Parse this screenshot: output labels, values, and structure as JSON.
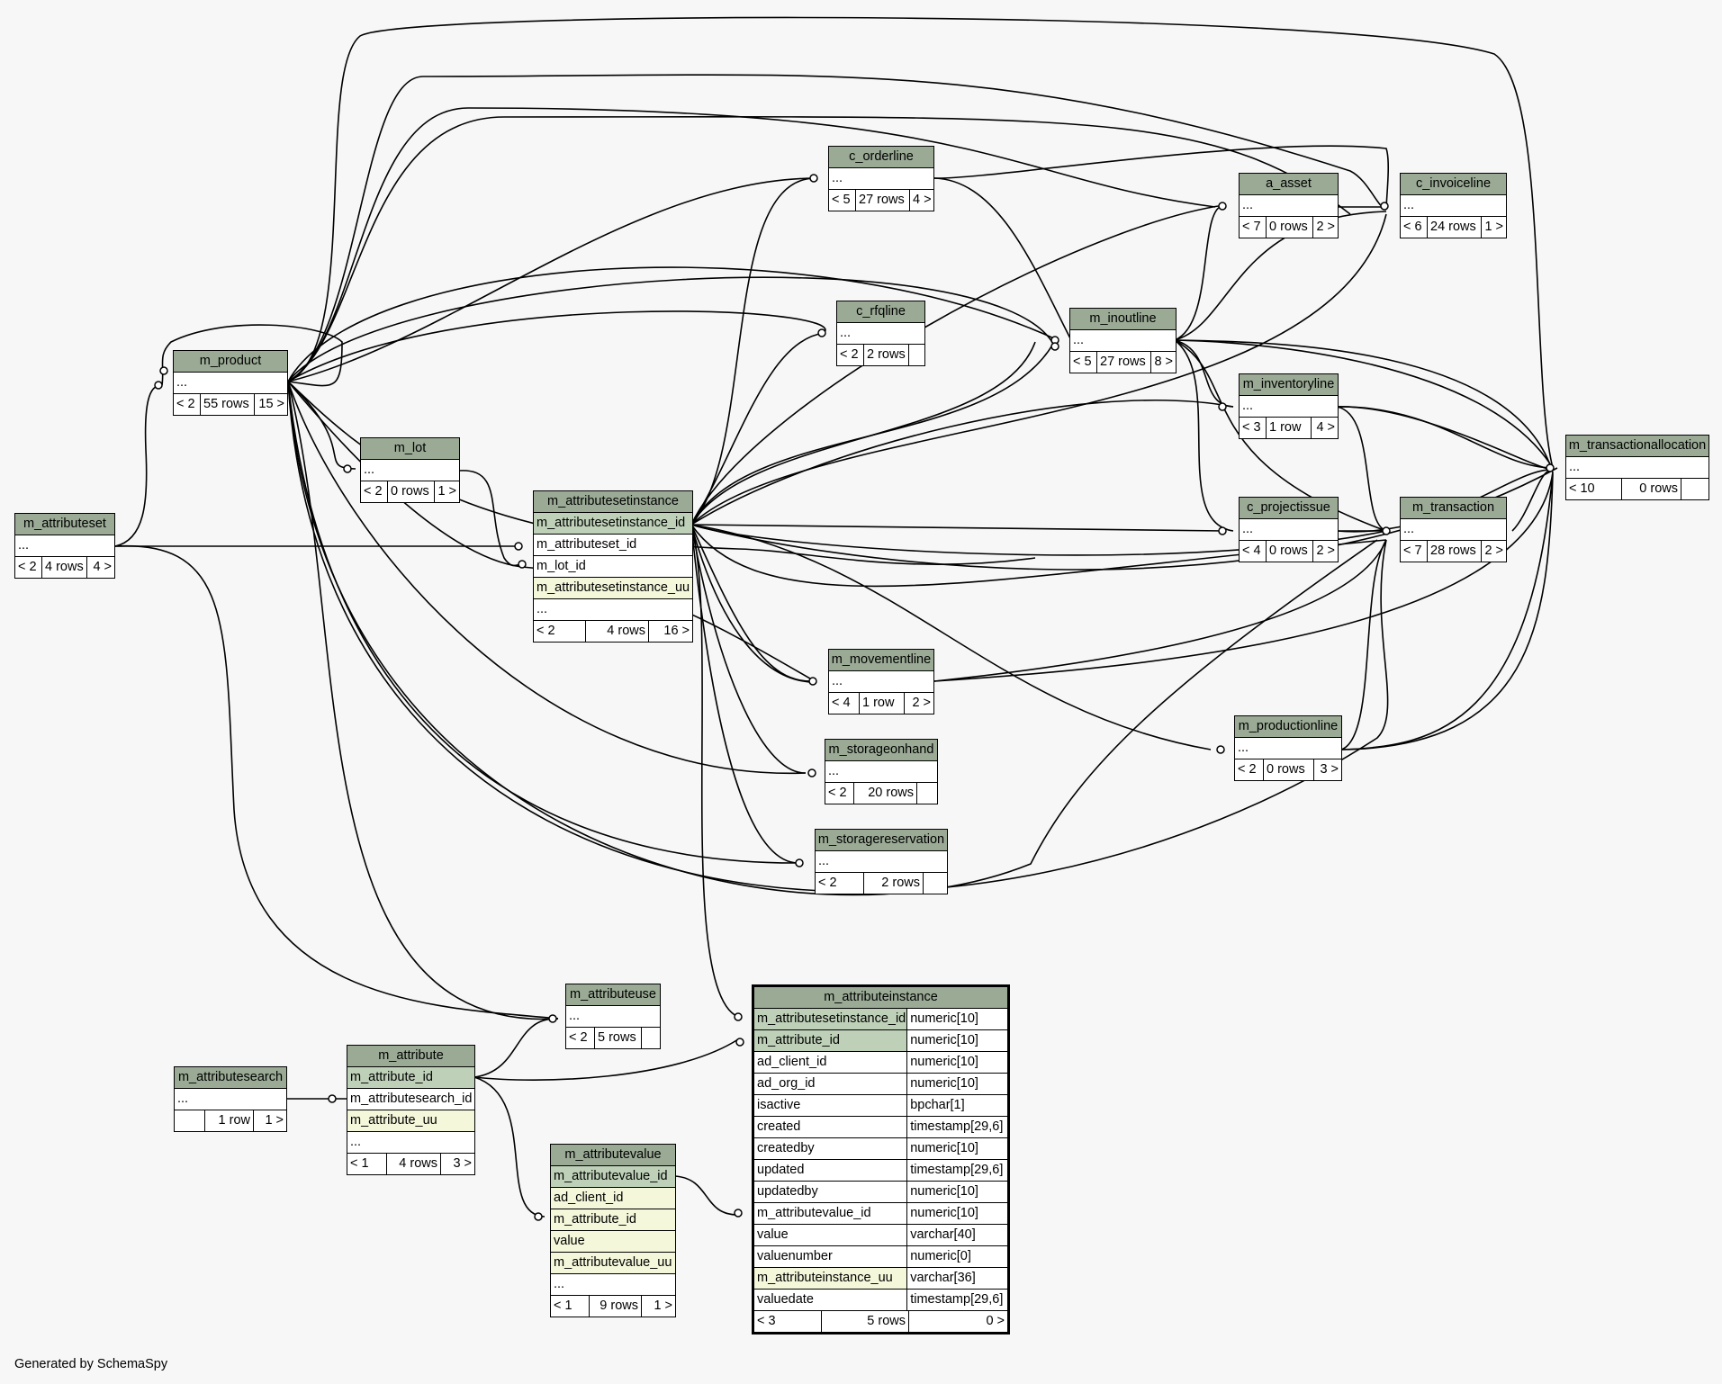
{
  "footer": "Generated by SchemaSpy",
  "tables": {
    "m_attributeset": {
      "name": "m_attributeset",
      "rows": [
        "..."
      ],
      "foot": [
        "< 2",
        "4 rows",
        "4 >"
      ]
    },
    "m_product": {
      "name": "m_product",
      "rows": [
        "..."
      ],
      "foot": [
        "< 2",
        "55 rows",
        "15 >"
      ]
    },
    "m_lot": {
      "name": "m_lot",
      "rows": [
        "..."
      ],
      "foot": [
        "< 2",
        "0 rows",
        "1 >"
      ]
    },
    "c_orderline": {
      "name": "c_orderline",
      "rows": [
        "..."
      ],
      "foot": [
        "< 5",
        "27 rows",
        "4 >"
      ]
    },
    "c_rfqline": {
      "name": "c_rfqline",
      "rows": [
        "..."
      ],
      "foot": [
        "< 2",
        "2 rows",
        ""
      ]
    },
    "a_asset": {
      "name": "a_asset",
      "rows": [
        "..."
      ],
      "foot": [
        "< 7",
        "0 rows",
        "2 >"
      ]
    },
    "c_invoiceline": {
      "name": "c_invoiceline",
      "rows": [
        "..."
      ],
      "foot": [
        "< 6",
        "24 rows",
        "1 >"
      ]
    },
    "m_inoutline": {
      "name": "m_inoutline",
      "rows": [
        "..."
      ],
      "foot": [
        "< 5",
        "27 rows",
        "8 >"
      ]
    },
    "m_inventoryline": {
      "name": "m_inventoryline",
      "rows": [
        "..."
      ],
      "foot": [
        "< 3",
        "1 row",
        "4 >"
      ]
    },
    "m_transactionallocation": {
      "name": "m_transactionallocation",
      "rows": [
        "..."
      ],
      "foot": [
        "< 10",
        "0 rows",
        ""
      ]
    },
    "c_projectissue": {
      "name": "c_projectissue",
      "rows": [
        "..."
      ],
      "foot": [
        "< 4",
        "0 rows",
        "2 >"
      ]
    },
    "m_transaction": {
      "name": "m_transaction",
      "rows": [
        "..."
      ],
      "foot": [
        "< 7",
        "28 rows",
        "2 >"
      ]
    },
    "m_attributesetinstance": {
      "name": "m_attributesetinstance",
      "rows": [
        "m_attributesetinstance_id",
        "m_attributeset_id",
        "m_lot_id",
        "m_attributesetinstance_uu",
        "..."
      ],
      "foot": [
        "< 2",
        "4 rows",
        "16 >"
      ]
    },
    "m_movementline": {
      "name": "m_movementline",
      "rows": [
        "..."
      ],
      "foot": [
        "< 4",
        "1 row",
        "2 >"
      ]
    },
    "m_storageonhand": {
      "name": "m_storageonhand",
      "rows": [
        "..."
      ],
      "foot": [
        "< 2",
        "20 rows",
        ""
      ]
    },
    "m_storagereservation": {
      "name": "m_storagereservation",
      "rows": [
        "..."
      ],
      "foot": [
        "< 2",
        "2 rows",
        ""
      ]
    },
    "m_productionline": {
      "name": "m_productionline",
      "rows": [
        "..."
      ],
      "foot": [
        "< 2",
        "0 rows",
        "3 >"
      ]
    },
    "m_attributeuse": {
      "name": "m_attributeuse",
      "rows": [
        "..."
      ],
      "foot": [
        "< 2",
        "5 rows",
        ""
      ]
    },
    "m_attributesearch": {
      "name": "m_attributesearch",
      "rows": [
        "..."
      ],
      "foot": [
        "",
        "1 row",
        "1 >"
      ]
    },
    "m_attribute": {
      "name": "m_attribute",
      "rows": [
        "m_attribute_id",
        "m_attributesearch_id",
        "m_attribute_uu",
        "..."
      ],
      "foot": [
        "< 1",
        "4 rows",
        "3 >"
      ]
    },
    "m_attributevalue": {
      "name": "m_attributevalue",
      "rows": [
        "m_attributevalue_id",
        "ad_client_id",
        "m_attribute_id",
        "value",
        "m_attributevalue_uu",
        "..."
      ],
      "foot": [
        "< 1",
        "9 rows",
        "1 >"
      ]
    },
    "m_attributeinstance": {
      "name": "m_attributeinstance",
      "columns": [
        {
          "n": "m_attributesetinstance_id",
          "t": "numeric[10]"
        },
        {
          "n": "m_attribute_id",
          "t": "numeric[10]"
        },
        {
          "n": "ad_client_id",
          "t": "numeric[10]"
        },
        {
          "n": "ad_org_id",
          "t": "numeric[10]"
        },
        {
          "n": "isactive",
          "t": "bpchar[1]"
        },
        {
          "n": "created",
          "t": "timestamp[29,6]"
        },
        {
          "n": "createdby",
          "t": "numeric[10]"
        },
        {
          "n": "updated",
          "t": "timestamp[29,6]"
        },
        {
          "n": "updatedby",
          "t": "numeric[10]"
        },
        {
          "n": "m_attributevalue_id",
          "t": "numeric[10]"
        },
        {
          "n": "value",
          "t": "varchar[40]"
        },
        {
          "n": "valuenumber",
          "t": "numeric[0]"
        },
        {
          "n": "m_attributeinstance_uu",
          "t": "varchar[36]"
        },
        {
          "n": "valuedate",
          "t": "timestamp[29,6]"
        }
      ],
      "foot": [
        "< 3",
        "5 rows",
        "0 >"
      ]
    }
  },
  "colors": {
    "header": "#9aaa95",
    "pk": "#bed1b8",
    "index": "#f4f7da",
    "background": "#f7f7f7"
  }
}
